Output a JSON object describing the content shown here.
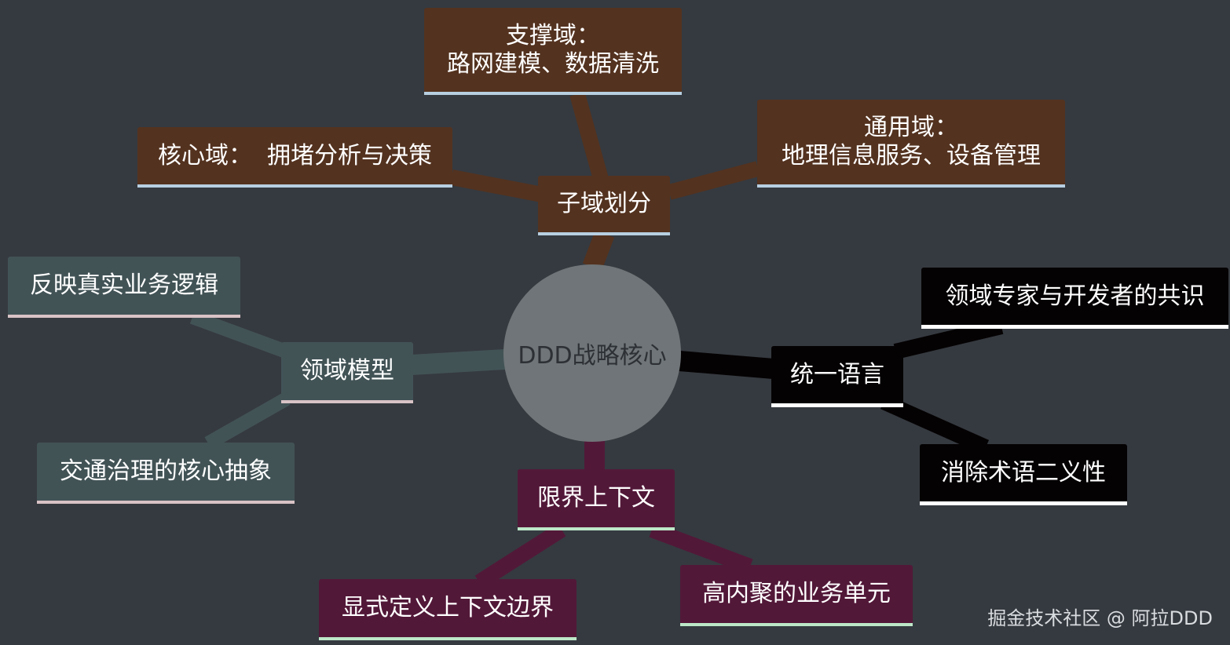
{
  "center": {
    "label": "DDD战略核心"
  },
  "branches": {
    "subdomain": {
      "label": "子域划分",
      "color": "#53321f",
      "children": {
        "support": {
          "line1": "支撑域：",
          "line2": "路网建模、数据清洗"
        },
        "core": {
          "label": "核心域：  拥堵分析与决策"
        },
        "generic": {
          "line1": "通用域：",
          "line2": "地理信息服务、设备管理"
        }
      }
    },
    "domain_model": {
      "label": "领域模型",
      "color": "#425356",
      "children": {
        "reflect": {
          "label": "反映真实业务逻辑"
        },
        "abstraction": {
          "label": "交通治理的核心抽象"
        }
      }
    },
    "ubiquitous_language": {
      "label": "统一语言",
      "color": "#050203",
      "children": {
        "consensus": {
          "label": "领域专家与开发者的共识"
        },
        "ambiguity": {
          "label": "消除术语二义性"
        }
      }
    },
    "bounded_context": {
      "label": "限界上下文",
      "color": "#521838",
      "children": {
        "explicit": {
          "label": "显式定义上下文边界"
        },
        "cohesion": {
          "label": "高内聚的业务单元"
        }
      }
    }
  },
  "watermark": "掘金技术社区 @ 阿拉DDD"
}
